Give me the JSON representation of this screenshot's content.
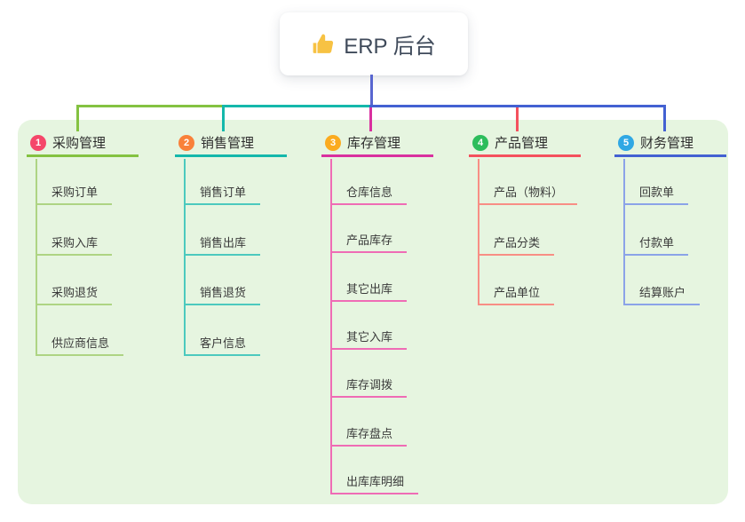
{
  "root": {
    "label": "ERP 后台",
    "icon": "thumbs-up",
    "icon_color": "#f7c243",
    "line_color": "#5866d0",
    "text_color": "#3f4a5a"
  },
  "board": {
    "background": "#e6f5e0"
  },
  "branches": [
    {
      "number": "1",
      "title": "采购管理",
      "badge_color": "#f5476a",
      "color_main": "#84c241",
      "color_light": "#aed483",
      "items": [
        "采购订单",
        "采购入库",
        "采购退货",
        "供应商信息"
      ]
    },
    {
      "number": "2",
      "title": "销售管理",
      "badge_color": "#f9813a",
      "color_main": "#14b8ab",
      "color_light": "#4cc9be",
      "items": [
        "销售订单",
        "销售出库",
        "销售退货",
        "客户信息"
      ]
    },
    {
      "number": "3",
      "title": "库存管理",
      "badge_color": "#fbab1f",
      "color_main": "#d9309f",
      "color_light": "#ef6cb5",
      "items": [
        "仓库信息",
        "产品库存",
        "其它出库",
        "其它入库",
        "库存调拨",
        "库存盘点",
        "出库库明细"
      ]
    },
    {
      "number": "4",
      "title": "产品管理",
      "badge_color": "#2dbd5c",
      "color_main": "#f4515e",
      "color_light": "#f88e85",
      "items": [
        "产品（物料）",
        "产品分类",
        "产品单位"
      ]
    },
    {
      "number": "5",
      "title": "财务管理",
      "badge_color": "#30a8e4",
      "color_main": "#4361d2",
      "color_light": "#8ba3e8",
      "items": [
        "回款单",
        "付款单",
        "结算账户"
      ]
    }
  ]
}
